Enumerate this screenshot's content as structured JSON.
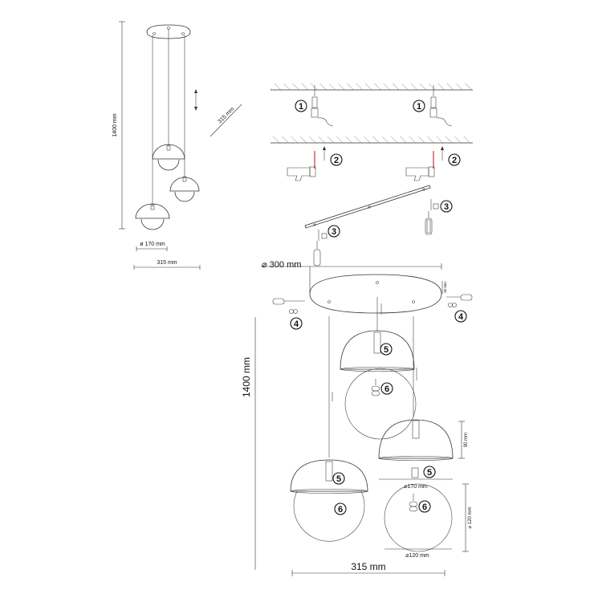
{
  "overview": {
    "height_label": "1400 mm",
    "diagonal_label": "315 mm",
    "shade_diameter_label": "ø 170 mm",
    "width_label": "315 mm"
  },
  "assembly": {
    "canopy_diameter_label": "⌀ 300 mm",
    "canopy_depth_label": "35 mm",
    "height_label": "1400 mm",
    "width_label": "315 mm",
    "shade_height_label": "90 mm",
    "shade_diameter_label": "⌀170 mm",
    "globe_height_label": "⌀ 120 mm",
    "globe_diameter_label": "⌀120 mm"
  },
  "steps": {
    "s1": "1",
    "s2": "2",
    "s3": "3",
    "s4": "4",
    "s5": "5",
    "s6": "6"
  },
  "icons": [
    "screw-anchor-icon",
    "drill-icon",
    "screw-icon",
    "cable-clamp-icon",
    "lamp-holder-icon",
    "bulb-socket-icon"
  ]
}
